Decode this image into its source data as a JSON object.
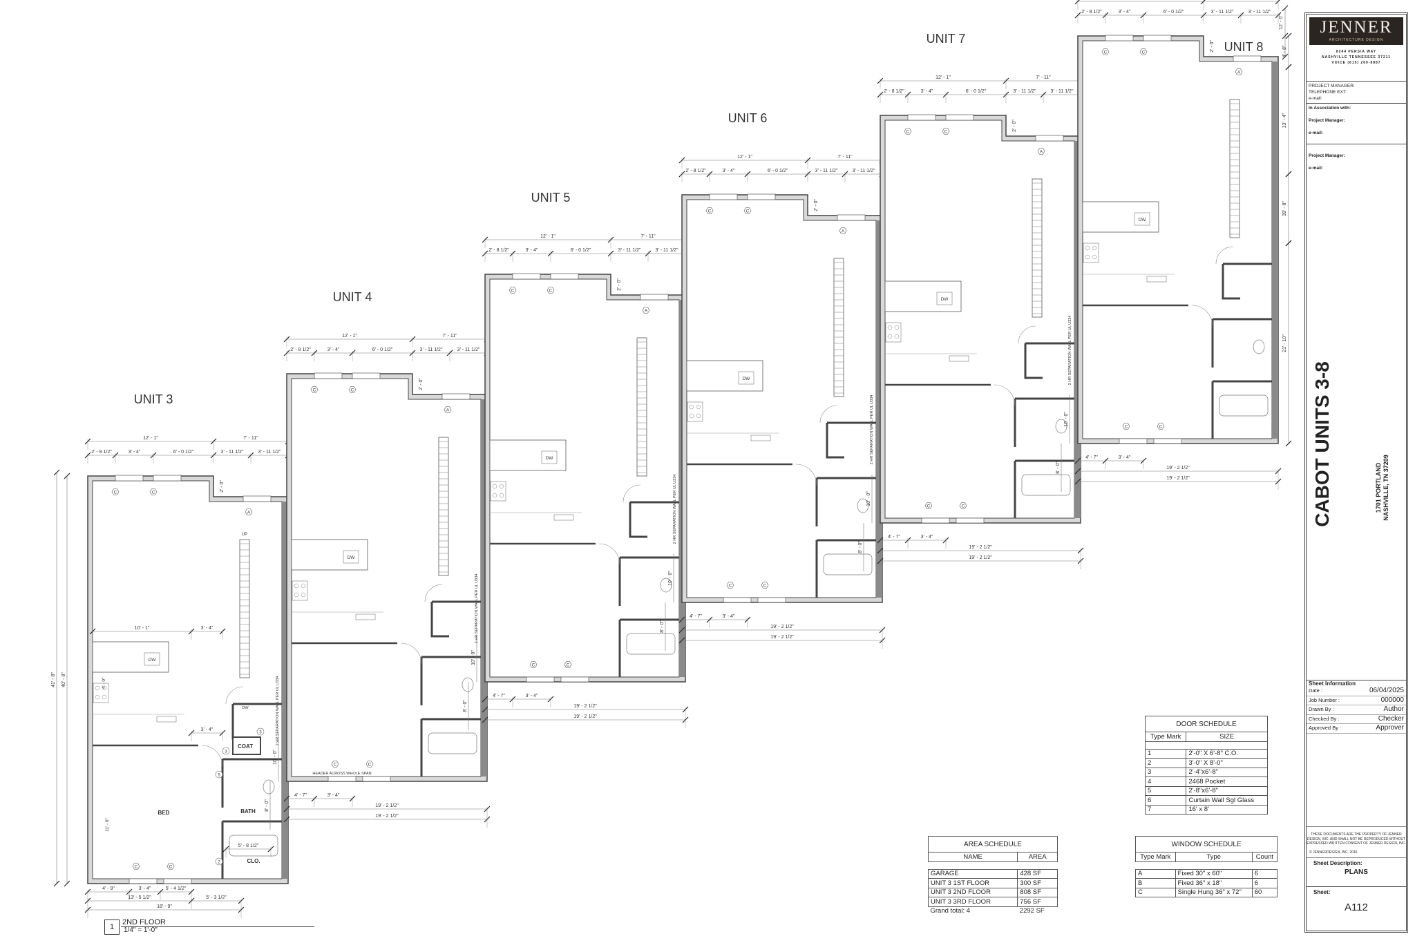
{
  "units": [
    {
      "label": "UNIT 3"
    },
    {
      "label": "UNIT 4"
    },
    {
      "label": "UNIT 5"
    },
    {
      "label": "UNIT 6"
    },
    {
      "label": "UNIT 7"
    },
    {
      "label": "UNIT 8"
    }
  ],
  "typical_dims": {
    "top_overall": [
      "12' - 1\"",
      "7' - 11\""
    ],
    "top_detail": [
      "2' - 8 1/2\"",
      "3' - 4\"",
      "6' - 0 1/2\"",
      "3' - 11 1/2\"",
      "3' - 11 1/2\""
    ],
    "right": [
      "12' - 0\"",
      "2' - 0\""
    ],
    "bottom_detail": [
      "4' - 7\"",
      "3' - 4\""
    ],
    "bottom_overall": [
      "19' - 2 1/2\"",
      "19' - 2 1/2\""
    ],
    "left_bottom": [
      "10' - 0\"",
      "8' - 0\""
    ]
  },
  "unit3_dims": {
    "bottom_detail": [
      "4' - 9\"",
      "3' - 4\"",
      "5' - 4 1/2\""
    ],
    "bottom_mid": [
      "13' - 5 1/2\"",
      "5' - 3 1/2\""
    ],
    "bottom_overall": "18' - 9\"",
    "left": [
      "40' - 8\"",
      "41' - 8\""
    ],
    "interior": [
      "10' - 1\"",
      "3' - 4\"",
      "4' - 0\"",
      "3' - 4\"",
      "11' - 0\"",
      "5' - 8 1/2\""
    ]
  },
  "unit8_dims": {
    "right": [
      "4' - 8\"",
      "13' - 4\"",
      "39' - 8\"",
      "21' - 10\""
    ]
  },
  "room_labels": {
    "up": "UP",
    "dw": "DW",
    "coat": "COAT",
    "bath": "BATH",
    "bed": "BED",
    "clo": "CLO."
  },
  "marks": {
    "window_a": "A",
    "window_c": "C",
    "doors": [
      "3",
      "3",
      "5",
      "2"
    ]
  },
  "notes": {
    "separation_wall": "2 HR SEPARATION WALL PER UL U334",
    "header": "HEADER ACROSS WHOLE SPAN"
  },
  "view_title": {
    "number": "1",
    "name": "2ND FLOOR",
    "scale": "1/4\" = 1'-0\""
  },
  "door_schedule": {
    "title": "DOOR SCHEDULE",
    "headers": [
      "Type Mark",
      "SIZE"
    ],
    "rows": [
      [
        "1",
        "2'-0\" X 6'-8\" C.O."
      ],
      [
        "2",
        "3'-0\" X 8'-0\""
      ],
      [
        "3",
        "2'-4\"x6'-8\""
      ],
      [
        "4",
        "2468 Pocket"
      ],
      [
        "5",
        "2'-8\"x6'-8\""
      ],
      [
        "6",
        "Curtain Wall Sgl Glass"
      ],
      [
        "7",
        "16' x 8'"
      ]
    ]
  },
  "area_schedule": {
    "title": "AREA SCHEDULE",
    "headers": [
      "NAME",
      "AREA"
    ],
    "rows": [
      [
        "GARAGE",
        "428 SF"
      ],
      [
        "UNIT 3 1ST FLOOR",
        "300 SF"
      ],
      [
        "UNIT 3 2ND FLOOR",
        "808 SF"
      ],
      [
        "UNIT 3 3RD FLOOR",
        "756 SF"
      ]
    ],
    "total": [
      "Grand total: 4",
      "2292 SF"
    ]
  },
  "window_schedule": {
    "title": "WINDOW SCHEDULE",
    "headers": [
      "Type Mark",
      "Type",
      "Count"
    ],
    "rows": [
      [
        "A",
        "Fixed 30\" x 60\"",
        "6"
      ],
      [
        "B",
        "Fixed 36\" x 18\"",
        "6"
      ],
      [
        "C",
        "Single Hung 36\" x 72\"",
        "60"
      ]
    ]
  },
  "title_block": {
    "logo": "JENNER",
    "logo_sub": "ARCHITECTURE DESIGN",
    "address": [
      "8244 PERSIA WAY",
      "NASHVILLE TENNESSEE 37211",
      "VOICE (615) 260-8887"
    ],
    "pm": [
      "PROJECT MANAGER:",
      "TELEPHONE EXT:",
      "e-mail:"
    ],
    "assoc": "In Association with:",
    "pm2": "Project Manager:",
    "email2": "e-mail:",
    "pm3": "Project Manager:",
    "email3": "e-mail:",
    "project": "CABOT UNITS 3-8",
    "project_addr": [
      "1701 PORTLAND",
      "NASHVILLE, TN 37209"
    ],
    "sheet_info": "Sheet Information",
    "info": [
      [
        "Date :",
        "06/04/2025"
      ],
      [
        "Job Number :",
        "000000"
      ],
      [
        "Drawn By :",
        "Author"
      ],
      [
        "Checked By :",
        "Checker"
      ],
      [
        "Approved By :",
        "Approver"
      ]
    ],
    "legal": "THESE DOCUMENTS ARE THE PROPERTY OF JENNER DESIGN, INC. AND SHALL NOT BE REPRODUCED WITHOUT EXPRESSED WRITTEN CONSENT OF JENNER DESIGN, INC.",
    "copyright": "© JENNERDESIGN, INC. 2016",
    "desc_label": "Sheet Description:",
    "desc": "PLANS",
    "sheet_label": "Sheet:",
    "sheet": "A112"
  },
  "colors": {
    "wall": "#444444",
    "wall_fill": "#d9d9d9",
    "sep_wall": "#8a8a8a",
    "line": "#777777"
  }
}
